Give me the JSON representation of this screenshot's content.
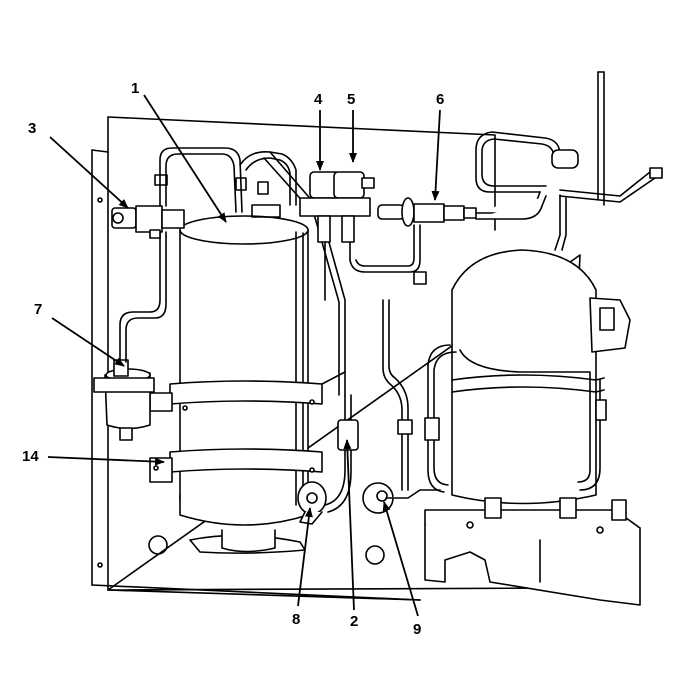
{
  "callouts": [
    {
      "id": "1",
      "label": "1"
    },
    {
      "id": "2",
      "label": "2"
    },
    {
      "id": "3",
      "label": "3"
    },
    {
      "id": "4",
      "label": "4"
    },
    {
      "id": "5",
      "label": "5"
    },
    {
      "id": "6",
      "label": "6"
    },
    {
      "id": "7",
      "label": "7"
    },
    {
      "id": "8",
      "label": "8"
    },
    {
      "id": "9",
      "label": "9"
    },
    {
      "id": "14",
      "label": "14"
    }
  ],
  "colors": {
    "line": "#000000",
    "fill": "#ffffff"
  }
}
